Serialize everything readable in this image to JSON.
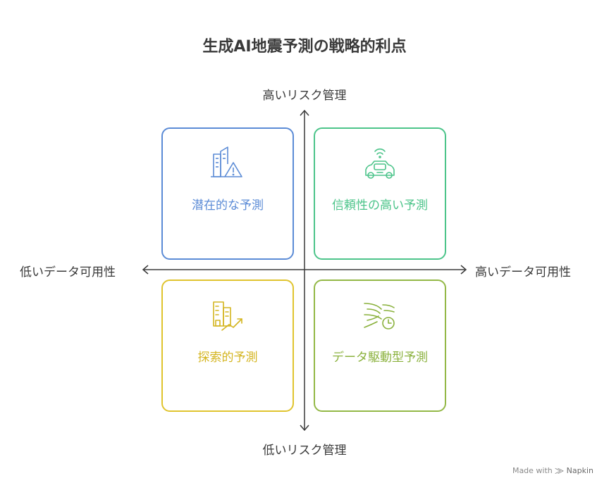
{
  "title": "生成AI地震予測の戦略的利点",
  "axes": {
    "y_top": "高いリスク管理",
    "y_bottom": "低いリスク管理",
    "x_left": "低いデータ可用性",
    "x_right": "高いデータ可用性"
  },
  "quadrants": {
    "top_left": {
      "label": "潜在的な予測",
      "icon": "city-warning-icon",
      "color": "#5b8bd6"
    },
    "top_right": {
      "label": "信頼性の高い予測",
      "icon": "autonomous-car-icon",
      "color": "#4cc48a"
    },
    "bottom_left": {
      "label": "探索的予測",
      "icon": "city-growth-icon",
      "color": "#e0c42e"
    },
    "bottom_right": {
      "label": "データ駆動型予測",
      "icon": "wind-clock-icon",
      "color": "#93b846"
    }
  },
  "footer": {
    "made_with": "Made with",
    "brand": "Napkin"
  }
}
